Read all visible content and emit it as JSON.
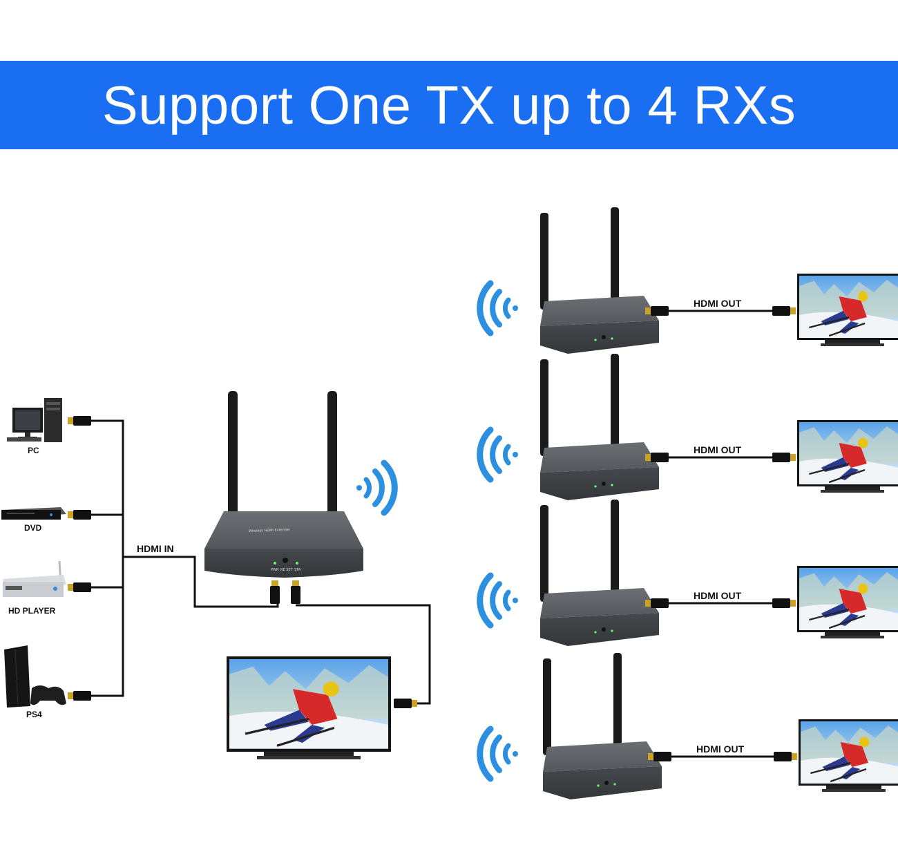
{
  "banner": {
    "title": "Support One TX up to 4 RXs"
  },
  "sources": [
    {
      "name": "pc",
      "label": "PC"
    },
    {
      "name": "dvd",
      "label": "DVD"
    },
    {
      "name": "hd-player",
      "label": "HD PLAYER"
    },
    {
      "name": "ps4",
      "label": "PS4"
    }
  ],
  "cables": {
    "hdmi_in": "HDMI IN",
    "hdmi_out": "HDMI OUT"
  },
  "transmitter": {
    "device_text": "Wireless HDMI Extender",
    "leds": {
      "pwr": "PWR",
      "reset": "RE SET",
      "sta": "STA"
    }
  },
  "receivers_count": 4,
  "colors": {
    "banner": "#1a6ef2",
    "wifi_blue": "#2c8fe0",
    "device_gray": "#4f5256"
  }
}
